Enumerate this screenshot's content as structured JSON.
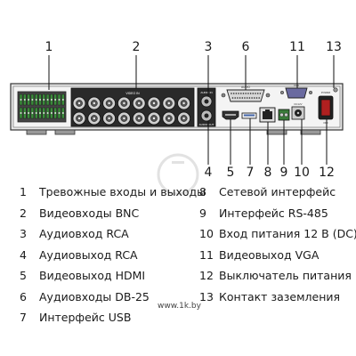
{
  "callouts_top": [
    "1",
    "2",
    "3",
    "6",
    "11",
    "13"
  ],
  "callouts_bottom": [
    "4",
    "5",
    "7",
    "8",
    "9",
    "10",
    "12"
  ],
  "panel_labels": {
    "video_in": "VIDEO IN",
    "audio_in": "AUDIO IN",
    "audio_out": "AUDIO OUT",
    "audio": "AUDIO",
    "vga": "VGA",
    "dc_in": "DC12V",
    "power": "POWER",
    "off": "OFF"
  },
  "legend_left": [
    {
      "n": "1",
      "text": "Тревожные входы и выходы"
    },
    {
      "n": "2",
      "text": "Видеовходы BNC"
    },
    {
      "n": "3",
      "text": "Аудиовход RCA"
    },
    {
      "n": "4",
      "text": "Аудиовыход RCA"
    },
    {
      "n": "5",
      "text": "Видеовыход HDMI"
    },
    {
      "n": "6",
      "text": "Аудиовходы DB-25"
    },
    {
      "n": "7",
      "text": "Интерфейс USB"
    }
  ],
  "legend_right": [
    {
      "n": "8",
      "text": "Сетевой интерфейс"
    },
    {
      "n": "9",
      "text": "Интерфейс RS-485"
    },
    {
      "n": "10",
      "text": "Вход питания 12 В (DC)"
    },
    {
      "n": "11",
      "text": "Видеовыход VGA"
    },
    {
      "n": "12",
      "text": "Выключатель питания"
    },
    {
      "n": "13",
      "text": "Контакт заземления"
    }
  ],
  "watermark": "www.1k.by"
}
